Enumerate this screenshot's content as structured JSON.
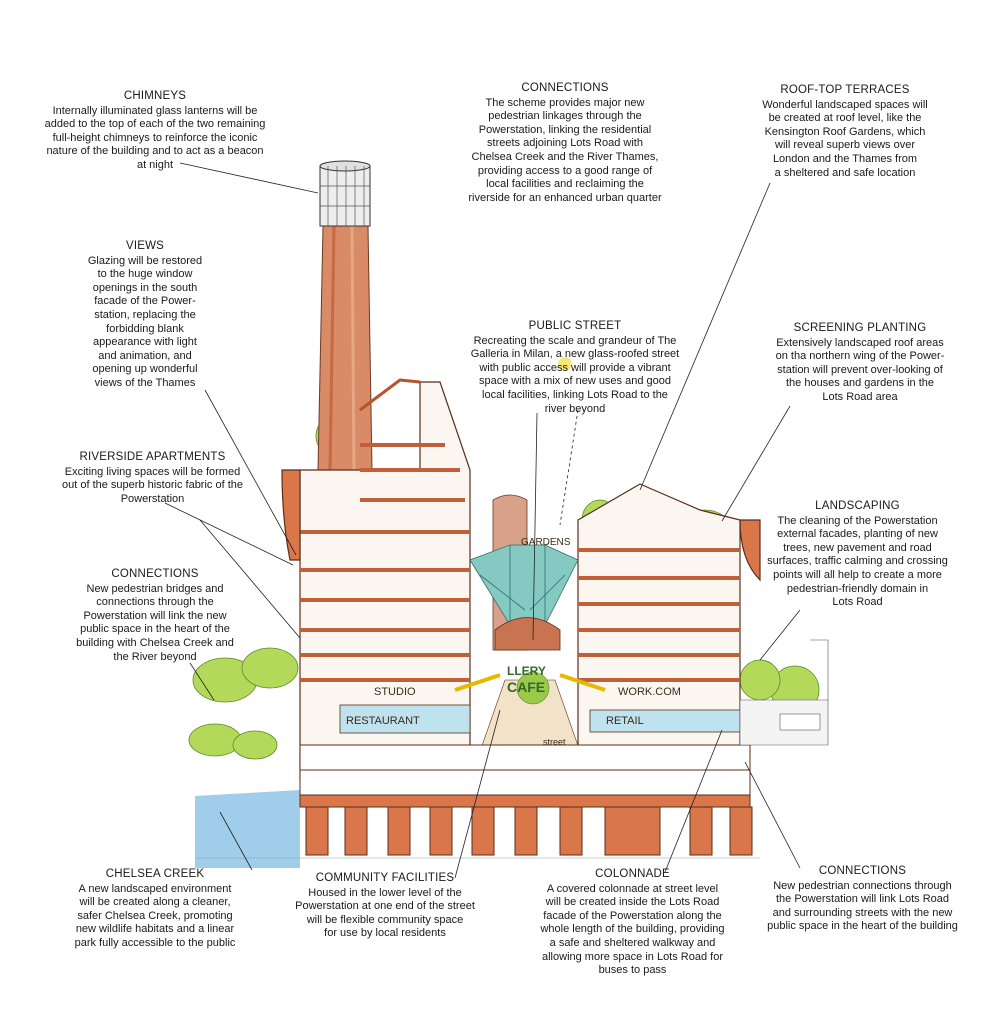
{
  "notes": {
    "chimneys": {
      "heading": "CHIMNEYS",
      "body": "Internally illuminated glass lanterns will be\nadded to the top of each of the two remaining\nfull-height chimneys to reinforce the iconic\nnature of the building and to act as a beacon\nat night"
    },
    "connections_top": {
      "heading": "CONNECTIONS",
      "body": "The scheme provides major new\npedestrian linkages through the\nPowerstation, linking the residential\nstreets adjoining Lots Road with\nChelsea Creek and the River Thames,\nproviding access to a good range of\nlocal facilities and reclaiming the\nriverside for an enhanced urban quarter"
    },
    "roof_terraces": {
      "heading": "ROOF-TOP TERRACES",
      "body": "Wonderful landscaped spaces will\nbe created at roof level, like the\nKensington Roof Gardens, which\nwill reveal superb views over\nLondon and the Thames from\na sheltered and safe location"
    },
    "views": {
      "heading": "VIEWS",
      "body": "Glazing will be restored\nto the huge window\nopenings in the south\nfacade of the Power-\nstation, replacing the\nforbidding blank\nappearance with light\nand animation, and\nopening up wonderful\nviews of the Thames"
    },
    "public_street": {
      "heading": "PUBLIC STREET",
      "body": "Recreating the scale and grandeur of The\nGalleria in Milan, a new glass-roofed street\nwith public access will provide a vibrant\nspace with a mix of new uses and good\nlocal facilities, linking Lots Road to the\nriver beyond"
    },
    "screening": {
      "heading": "SCREENING PLANTING",
      "body": "Extensively landscaped roof areas\non tha northern wing of the Power-\nstation will prevent over-looking of\nthe houses and gardens in the\nLots Road area"
    },
    "riverside": {
      "heading": "RIVERSIDE APARTMENTS",
      "body": "Exciting living spaces will be formed\nout of the superb historic fabric of the\nPowerstation"
    },
    "landscaping": {
      "heading": "LANDSCAPING",
      "body": "The cleaning of the Powerstation\nexternal facades, planting of new\ntrees, new pavement and road\nsurfaces, traffic calming and crossing\npoints will all help to create a more\npedestrian-friendly domain in\nLots Road"
    },
    "connections_left": {
      "heading": "CONNECTIONS",
      "body": "New pedestrian bridges and\nconnections through the\nPowerstation will link the new\npublic space in the heart of the\nbuilding with Chelsea Creek and\nthe River beyond"
    },
    "chelsea_creek": {
      "heading": "CHELSEA CREEK",
      "body": "A new landscaped environment\nwill be created along a cleaner,\nsafer Chelsea Creek, promoting\nnew wildlife habitats and a linear\npark fully accessible to the public"
    },
    "community": {
      "heading": "COMMUNITY FACILITIES",
      "body": "Housed in the lower level of the\nPowerstation at one end of the street\nwill be flexible community space\nfor use by local residents"
    },
    "colonnade": {
      "heading": "COLONNADE",
      "body": "A covered colonnade at street level\nwill be created inside the Lots Road\nfacade of the Powerstation along the\nwhole length of the building, providing\na safe and sheltered walkway and\nallowing more space in Lots Road for\nbuses to pass"
    },
    "connections_bottom": {
      "heading": "CONNECTIONS",
      "body": "New pedestrian connections through\nthe Powerstation will link Lots Road\nand surrounding streets with the new\npublic space in the heart of the building"
    }
  },
  "sketch_labels": {
    "gardens": "GARDENS",
    "gallery": "LLERY",
    "cafe": "CAFE",
    "studio": "STUDIO",
    "workshop": "WORK.COM",
    "restaurant": "RESTAURANT",
    "retail": "RETAIL",
    "street": "street"
  },
  "colors": {
    "brick": "#d9774a",
    "brick_dark": "#b5532f",
    "tree": "#a6d34a",
    "water": "#8fc2e3",
    "glass": "#7fc7c0",
    "accent": "#e6b800"
  }
}
